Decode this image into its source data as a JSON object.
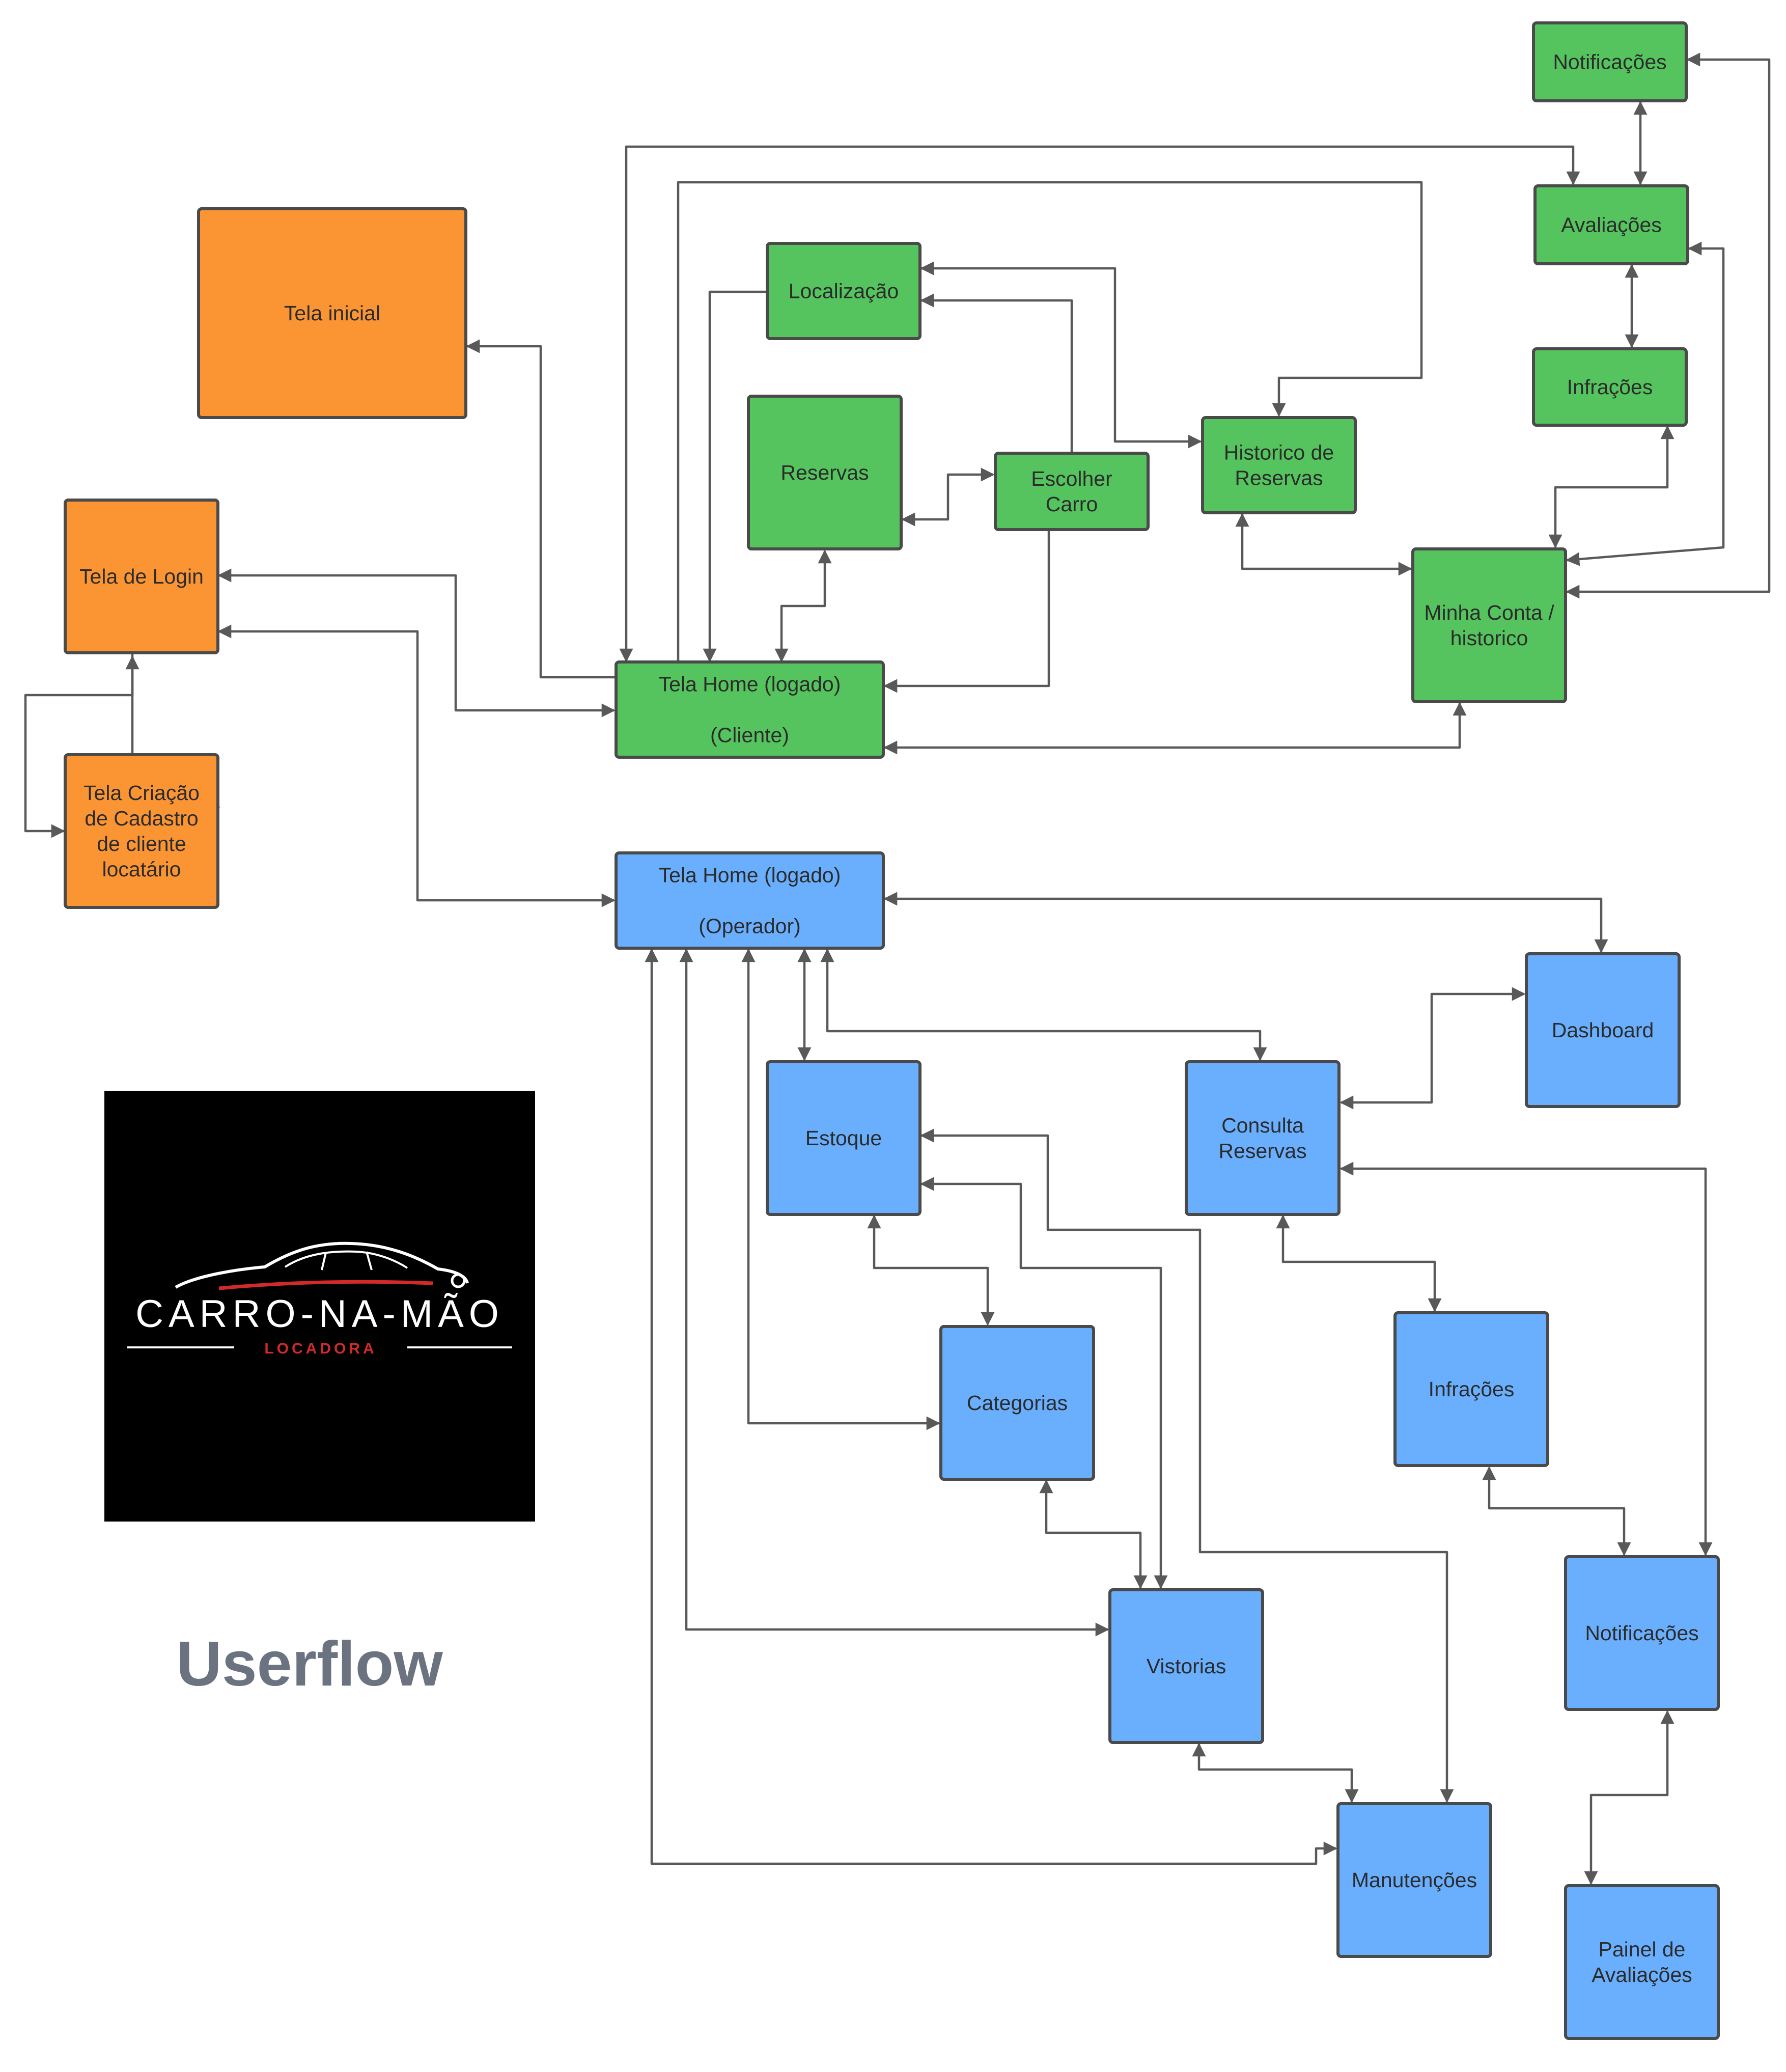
{
  "colors": {
    "orange": "#FB9534",
    "green": "#55C45F",
    "blue": "#6AAFFE",
    "edge": "#595959",
    "title": "#6b7280"
  },
  "title": "Userflow",
  "logo": {
    "name": "CARRO-NA-MÃO",
    "tagline": "LOCADORA",
    "icon": "car-silhouette-icon"
  },
  "nodes": {
    "tela_inicial": {
      "lines": [
        "Tela inicial"
      ],
      "color": "orange"
    },
    "tela_login": {
      "lines": [
        "Tela de Login"
      ],
      "color": "orange"
    },
    "tela_cadastro": {
      "lines": [
        "Tela Criação",
        "de Cadastro",
        "de cliente",
        "locatário"
      ],
      "color": "orange"
    },
    "home_cliente": {
      "lines": [
        "Tela Home (logado)",
        "",
        "(Cliente)"
      ],
      "color": "green"
    },
    "localizacao": {
      "lines": [
        "Localização"
      ],
      "color": "green"
    },
    "reservas": {
      "lines": [
        "Reservas"
      ],
      "color": "green"
    },
    "escolher_carro": {
      "lines": [
        "Escolher",
        "Carro"
      ],
      "color": "green"
    },
    "historico_reservas": {
      "lines": [
        "Historico de",
        "Reservas"
      ],
      "color": "green"
    },
    "minha_conta": {
      "lines": [
        "Minha Conta /",
        "historico"
      ],
      "color": "green"
    },
    "notificacoes_cliente": {
      "lines": [
        "Notificações"
      ],
      "color": "green"
    },
    "avaliacoes": {
      "lines": [
        "Avaliações"
      ],
      "color": "green"
    },
    "infracoes_cliente": {
      "lines": [
        "Infrações"
      ],
      "color": "green"
    },
    "home_operador": {
      "lines": [
        "Tela Home (logado)",
        "",
        "(Operador)"
      ],
      "color": "blue"
    },
    "dashboard": {
      "lines": [
        "Dashboard"
      ],
      "color": "blue"
    },
    "estoque": {
      "lines": [
        "Estoque"
      ],
      "color": "blue"
    },
    "consulta_reservas": {
      "lines": [
        "Consulta",
        "Reservas"
      ],
      "color": "blue"
    },
    "categorias": {
      "lines": [
        "Categorias"
      ],
      "color": "blue"
    },
    "infracoes_operador": {
      "lines": [
        "Infrações"
      ],
      "color": "blue"
    },
    "vistorias": {
      "lines": [
        "Vistorias"
      ],
      "color": "blue"
    },
    "notificacoes_operador": {
      "lines": [
        "Notificações"
      ],
      "color": "blue"
    },
    "manutencoes": {
      "lines": [
        "Manutenções"
      ],
      "color": "blue"
    },
    "painel_avaliacoes": {
      "lines": [
        "Painel de",
        "Avaliações"
      ],
      "color": "blue"
    }
  },
  "edges": [
    {
      "from": "tela_inicial",
      "to": "tela_login",
      "direction": "both"
    },
    {
      "from": "tela_login",
      "to": "tela_cadastro",
      "direction": "both"
    },
    {
      "from": "home_cliente",
      "to": "tela_inicial",
      "direction": "forward"
    },
    {
      "from": "tela_login",
      "to": "home_cliente",
      "direction": "both"
    },
    {
      "from": "tela_login",
      "to": "home_operador",
      "direction": "both"
    },
    {
      "from": "localizacao",
      "to": "home_cliente",
      "direction": "forward"
    },
    {
      "from": "reservas",
      "to": "home_cliente",
      "direction": "both"
    },
    {
      "from": "reservas",
      "to": "escolher_carro",
      "direction": "both"
    },
    {
      "from": "escolher_carro",
      "to": "localizacao",
      "direction": "forward"
    },
    {
      "from": "escolher_carro",
      "to": "home_cliente",
      "direction": "forward"
    },
    {
      "from": "localizacao",
      "to": "historico_reservas",
      "direction": "both"
    },
    {
      "from": "home_cliente",
      "to": "avaliacoes",
      "direction": "both"
    },
    {
      "from": "home_cliente",
      "to": "historico_reservas",
      "direction": "forward"
    },
    {
      "from": "historico_reservas",
      "to": "minha_conta",
      "direction": "both"
    },
    {
      "from": "home_cliente",
      "to": "minha_conta",
      "direction": "both"
    },
    {
      "from": "notificacoes_cliente",
      "to": "avaliacoes",
      "direction": "both"
    },
    {
      "from": "avaliacoes",
      "to": "infracoes_cliente",
      "direction": "both"
    },
    {
      "from": "infracoes_cliente",
      "to": "minha_conta",
      "direction": "both"
    },
    {
      "from": "avaliacoes",
      "to": "minha_conta",
      "direction": "both"
    },
    {
      "from": "notificacoes_cliente",
      "to": "minha_conta",
      "direction": "both"
    },
    {
      "from": "home_operador",
      "to": "dashboard",
      "direction": "both"
    },
    {
      "from": "home_operador",
      "to": "estoque",
      "direction": "both"
    },
    {
      "from": "home_operador",
      "to": "consulta_reservas",
      "direction": "both"
    },
    {
      "from": "home_operador",
      "to": "categorias",
      "direction": "both"
    },
    {
      "from": "home_operador",
      "to": "vistorias",
      "direction": "both"
    },
    {
      "from": "home_operador",
      "to": "manutencoes",
      "direction": "both"
    },
    {
      "from": "consulta_reservas",
      "to": "dashboard",
      "direction": "both"
    },
    {
      "from": "estoque",
      "to": "categorias",
      "direction": "both"
    },
    {
      "from": "estoque",
      "to": "vistorias",
      "direction": "both"
    },
    {
      "from": "estoque",
      "to": "manutencoes",
      "direction": "both"
    },
    {
      "from": "categorias",
      "to": "vistorias",
      "direction": "both"
    },
    {
      "from": "vistorias",
      "to": "manutencoes",
      "direction": "both"
    },
    {
      "from": "consulta_reservas",
      "to": "infracoes_operador",
      "direction": "both"
    },
    {
      "from": "consulta_reservas",
      "to": "notificacoes_operador",
      "direction": "both"
    },
    {
      "from": "infracoes_operador",
      "to": "notificacoes_operador",
      "direction": "both"
    },
    {
      "from": "notificacoes_operador",
      "to": "painel_avaliacoes",
      "direction": "both"
    }
  ]
}
